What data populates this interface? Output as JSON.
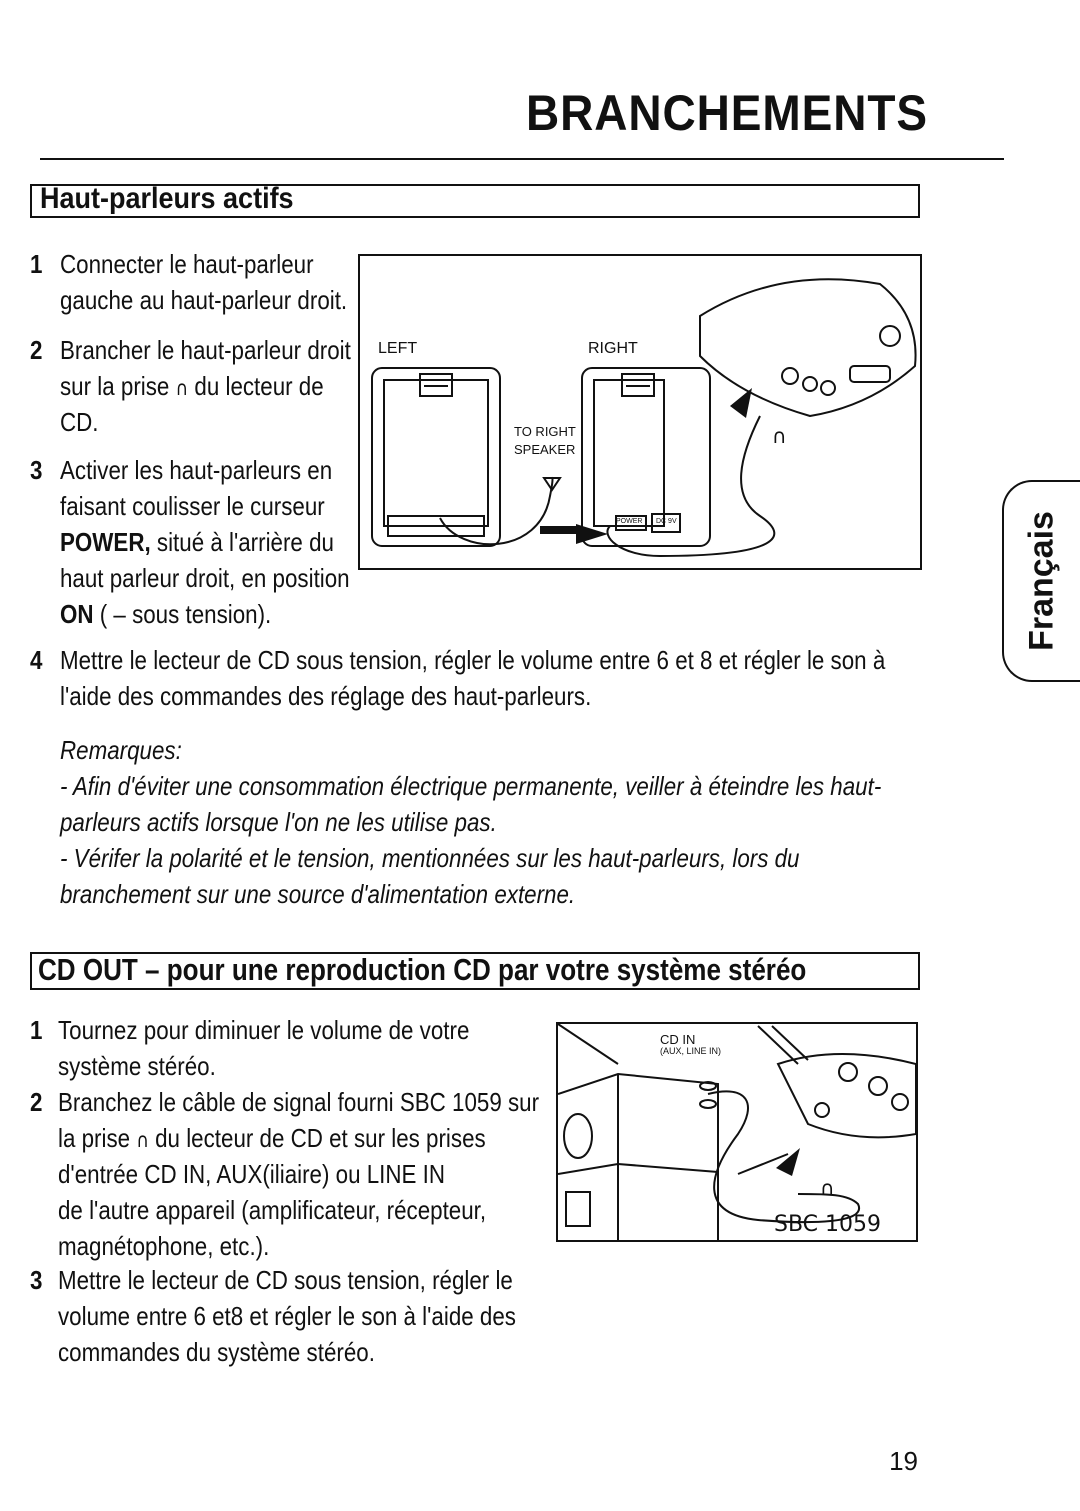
{
  "page": {
    "title": "BRANCHEMENTS",
    "tab_label": "Français",
    "page_number": "19"
  },
  "section1": {
    "title": "Haut-parleurs actifs",
    "steps": [
      {
        "num": "1",
        "lines": [
          "Connecter le haut-parleur",
          "gauche au haut-parleur droit."
        ]
      },
      {
        "num": "2",
        "lines": [
          "Brancher le haut-parleur droit",
          "sur la prise",
          "du lecteur de",
          "CD."
        ]
      },
      {
        "num": "3",
        "lines": [
          "Activer les haut-parleurs en",
          "faisant coulisser le curseur",
          "POWER,",
          "situé à l'arrière du",
          "haut parleur droit, en position",
          "ON",
          "( – sous tension)."
        ]
      },
      {
        "num": "4",
        "lines": [
          "Mettre le lecteur de CD sous tension, régler le volume entre 6 et 8 et régler le son à",
          "l'aide des commandes des réglage des haut-parleurs."
        ]
      }
    ],
    "figure_labels": {
      "left": "LEFT",
      "right": "RIGHT",
      "to_right_speaker_1": "TO RIGHT",
      "to_right_speaker_2": "SPEAKER",
      "power": "POWER",
      "dc": "DC 9V"
    },
    "remarks_title": "Remarques:",
    "remarks": [
      "- Afin d'éviter une consommation électrique permanente, veiller à éteindre les haut-",
      "parleurs actifs lorsque l'on ne les utilise pas.",
      "- Vérifer la polarité et le tension, mentionnées sur les haut-parleurs, lors du",
      "branchement sur une source d'alimentation externe."
    ]
  },
  "section2": {
    "title": "CD OUT – pour une reproduction CD par votre système stéréo",
    "steps": [
      {
        "num": "1",
        "lines": [
          "Tournez pour diminuer le volume de votre",
          "système stéréo."
        ]
      },
      {
        "num": "2",
        "lines": [
          "Branchez le câble de signal fourni SBC 1059 sur",
          "la prise",
          "du lecteur de CD et sur les prises",
          "d'entrée CD IN, AUX(iliaire) ou LINE IN",
          "de l'autre appareil (amplificateur, récepteur,",
          "magnétophone, etc.)."
        ]
      },
      {
        "num": "3",
        "lines": [
          "Mettre le lecteur de CD sous tension, régler le",
          "volume entre 6 et8 et régler le son à l'aide des",
          "commandes du système stéréo."
        ]
      }
    ],
    "figure_labels": {
      "cd_in": "CD IN",
      "aux": "(AUX, LINE IN)",
      "cable": "SBC 1059"
    }
  }
}
